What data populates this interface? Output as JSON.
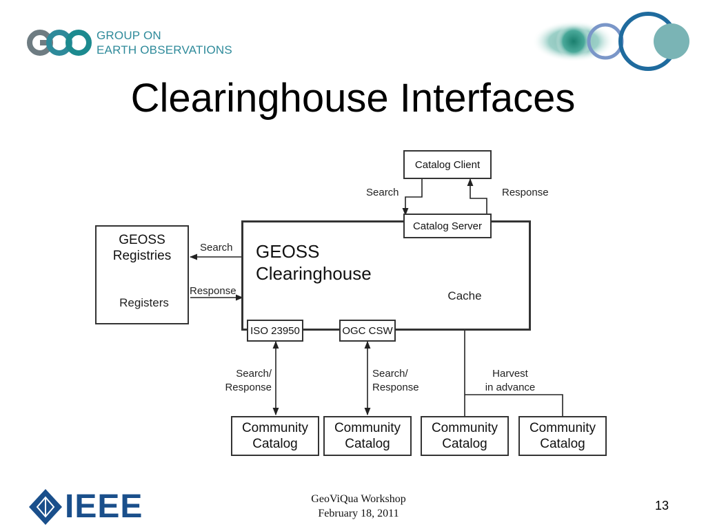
{
  "header": {
    "logo_word": "GEO",
    "org_line1": "GROUP ON",
    "org_line2": "EARTH OBSERVATIONS",
    "colors": {
      "teal": "#2e8a9a",
      "navy": "#1c5a8a",
      "gray": "#6e7c82"
    }
  },
  "title": "Clearinghouse Interfaces",
  "diagram": {
    "catalog_client": "Catalog Client",
    "catalog_server": "Catalog Server",
    "search": "Search",
    "response": "Response",
    "clearinghouse_line1": "GEOSS",
    "clearinghouse_line2": "Clearinghouse",
    "cache": "Cache",
    "registries_line1": "GEOSS",
    "registries_line2": "Registries",
    "registers": "Registers",
    "reg_search": "Search",
    "reg_response": "Response",
    "iso": "ISO 23950",
    "ogc": "OGC CSW",
    "sr1_line1": "Search/",
    "sr1_line2": "Response",
    "sr2_line1": "Search/",
    "sr2_line2": "Response",
    "harvest_line1": "Harvest",
    "harvest_line2": "in advance",
    "community": [
      {
        "line1": "Community",
        "line2": "Catalog"
      },
      {
        "line1": "Community",
        "line2": "Catalog"
      },
      {
        "line1": "Community",
        "line2": "Catalog"
      },
      {
        "line1": "Community",
        "line2": "Catalog"
      }
    ]
  },
  "footer": {
    "ieee": "IEEE",
    "line1": "GeoViQua Workshop",
    "line2": "February 18, 2011",
    "page": "13",
    "ieee_color": "#1a4f8b"
  }
}
